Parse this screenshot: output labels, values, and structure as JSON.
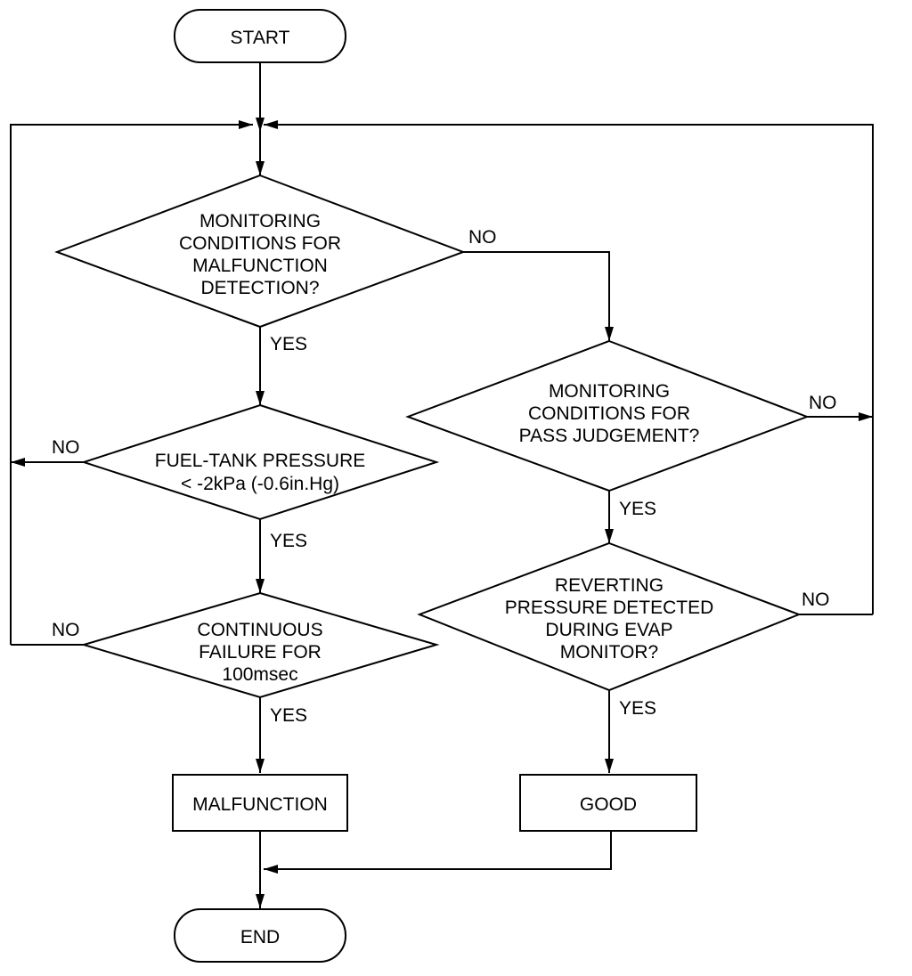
{
  "nodes": {
    "start": {
      "lines": [
        "START"
      ]
    },
    "malfunction_conditions": {
      "lines": [
        "MONITORING",
        "CONDITIONS FOR",
        "MALFUNCTION",
        "DETECTION?"
      ]
    },
    "fuel_tank_pressure": {
      "lines": [
        "FUEL-TANK PRESSURE",
        "< -2kPa (-0.6in.Hg)"
      ]
    },
    "continuous_failure": {
      "lines": [
        "CONTINUOUS",
        "FAILURE FOR",
        "100msec"
      ]
    },
    "malfunction": {
      "lines": [
        "MALFUNCTION"
      ]
    },
    "pass_conditions": {
      "lines": [
        "MONITORING",
        "CONDITIONS FOR",
        "PASS JUDGEMENT?"
      ]
    },
    "reverting_pressure": {
      "lines": [
        "REVERTING",
        "PRESSURE DETECTED",
        "DURING EVAP",
        "MONITOR?"
      ]
    },
    "good": {
      "lines": [
        "GOOD"
      ]
    },
    "end": {
      "lines": [
        "END"
      ]
    }
  },
  "edge_labels": {
    "malfunction_conditions_no": "NO",
    "malfunction_conditions_yes": "YES",
    "fuel_tank_pressure_no": "NO",
    "fuel_tank_pressure_yes": "YES",
    "continuous_failure_no": "NO",
    "continuous_failure_yes": "YES",
    "pass_conditions_no": "NO",
    "pass_conditions_yes": "YES",
    "reverting_pressure_no": "NO",
    "reverting_pressure_yes": "YES"
  }
}
